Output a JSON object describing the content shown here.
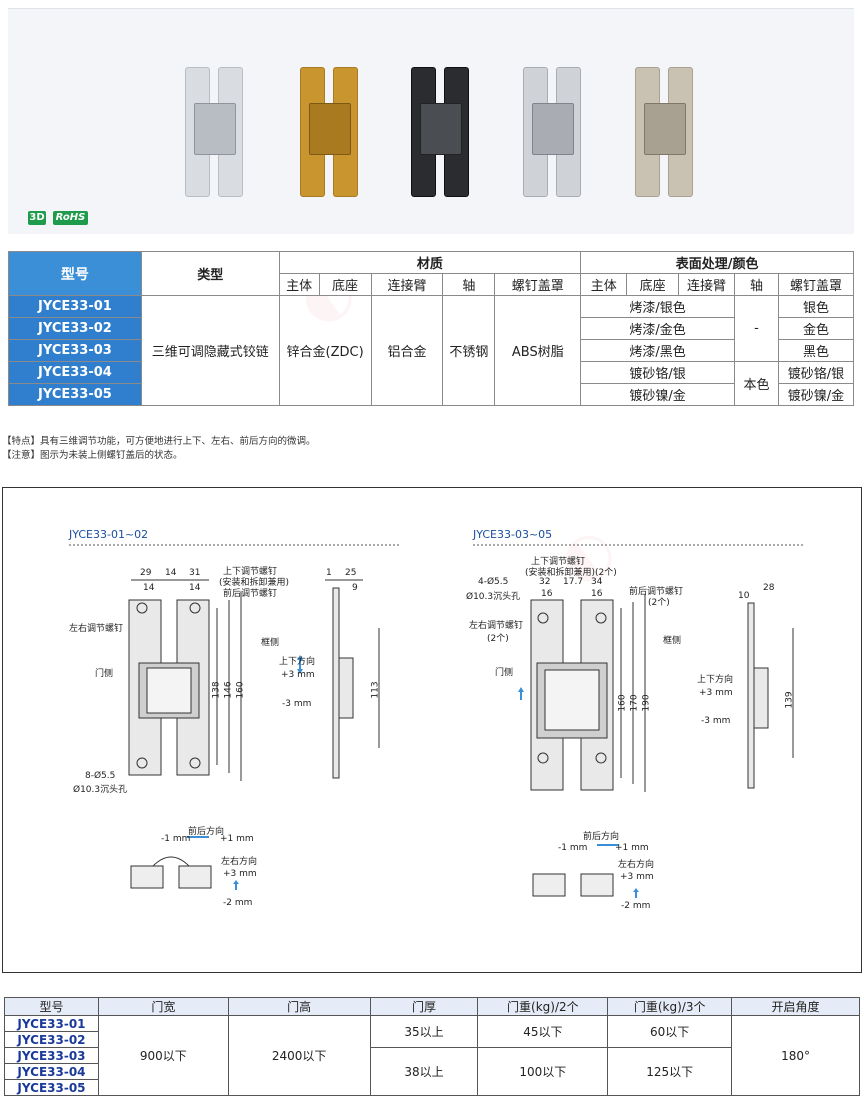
{
  "badges": {
    "three_d": "3D",
    "rohs": "RoHS"
  },
  "products": [
    {
      "color": "#d9dce1",
      "accent": "#b8bdc4"
    },
    {
      "color": "#c9952e",
      "accent": "#a97a20"
    },
    {
      "color": "#2a2c30",
      "accent": "#4a4d52"
    },
    {
      "color": "#cfd2d6",
      "accent": "#a9adb3"
    },
    {
      "color": "#c9c2b2",
      "accent": "#a8a090"
    }
  ],
  "spec_table": {
    "h_model": "型号",
    "h_type": "类型",
    "h_material": "材质",
    "h_surface": "表面处理/颜色",
    "sub_body": "主体",
    "sub_base": "底座",
    "sub_arm": "连接臂",
    "sub_axis": "轴",
    "sub_cover": "螺钉盖罩",
    "models": [
      "JYCE33-01",
      "JYCE33-02",
      "JYCE33-03",
      "JYCE33-04",
      "JYCE33-05"
    ],
    "type": "三维可调隐藏式铰链",
    "mat_body_base": "锌合金(ZDC)",
    "mat_arm": "铝合金",
    "mat_axis": "不锈钢",
    "mat_cover": "ABS树脂",
    "surface_body": [
      "烤漆/银色",
      "烤漆/金色",
      "烤漆/黑色",
      "镀砂铬/银",
      "镀砂镍/金"
    ],
    "surface_axis_dash": "-",
    "surface_axis_native": "本色",
    "surface_cover": [
      "银色",
      "金色",
      "黑色",
      "镀砂铬/银",
      "镀砂镍/金"
    ]
  },
  "notes": [
    "【特点】具有三维调节功能，可方便地进行上下、左右、前后方向的微调。",
    "【注意】图示为未装上侧螺钉盖后的状态。"
  ],
  "drawing_left": {
    "title": "JYCE33-01~02",
    "dims_top": [
      "29",
      "14",
      "31",
      "14",
      "14",
      "1",
      "25",
      "9"
    ],
    "label_screw_updown": "上下调节螺钉",
    "label_install": "(安装和拆卸兼用)",
    "label_frontback_screw": "前后调节螺钉",
    "label_lr_screw": "左右调节螺钉",
    "label_door": "门侧",
    "label_frame": "框侧",
    "label_updown": "上下方向",
    "plus3": "+3 mm",
    "minus3": "-3 mm",
    "v138": "138",
    "v146": "146",
    "v160": "160",
    "v113": "113",
    "holes": "8-Ø5.5",
    "counterbore": "Ø10.3沉头孔",
    "label_frontback": "前后方向",
    "minus1": "-1 mm",
    "plus1": "+1 mm",
    "label_lr": "左右方向",
    "plus3b": "+3 mm",
    "minus2": "-2 mm"
  },
  "drawing_right": {
    "title": "JYCE33-03~05",
    "label_screw_updown": "上下调节螺钉",
    "label_install": "(安装和拆卸兼用)(2个)",
    "holes": "4-Ø5.5",
    "counterbore": "Ø10.3沉头孔",
    "d32": "32",
    "d177": "17.7",
    "d34": "34",
    "d16a": "16",
    "d16b": "16",
    "label_frontback_screw": "前后调节螺钉",
    "two_pcs": "(2个)",
    "label_lr_screw": "左右调节螺钉",
    "two_pcs_b": "(2个)",
    "label_door": "门侧",
    "label_frame": "框侧",
    "v160": "160",
    "v170": "170",
    "v190": "190",
    "d10": "10",
    "d28": "28",
    "label_updown": "上下方向",
    "plus3": "+3 mm",
    "minus3": "-3 mm",
    "v139": "139",
    "label_frontback": "前后方向",
    "minus1": "-1 mm",
    "plus1": "+1 mm",
    "label_lr": "左右方向",
    "plus3b": "+3 mm",
    "minus2": "-2 mm"
  },
  "dims_table": {
    "headers": [
      "型号",
      "门宽",
      "门高",
      "门厚",
      "门重(kg)/2个",
      "门重(kg)/3个",
      "开启角度"
    ],
    "models": [
      "JYCE33-01",
      "JYCE33-02",
      "JYCE33-03",
      "JYCE33-04",
      "JYCE33-05"
    ],
    "door_width": "900以下",
    "door_height": "2400以下",
    "thick_a": "35以上",
    "thick_b": "38以上",
    "w2_a": "45以下",
    "w2_b": "100以下",
    "w3_a": "60以下",
    "w3_b": "125以下",
    "angle": "180°"
  }
}
